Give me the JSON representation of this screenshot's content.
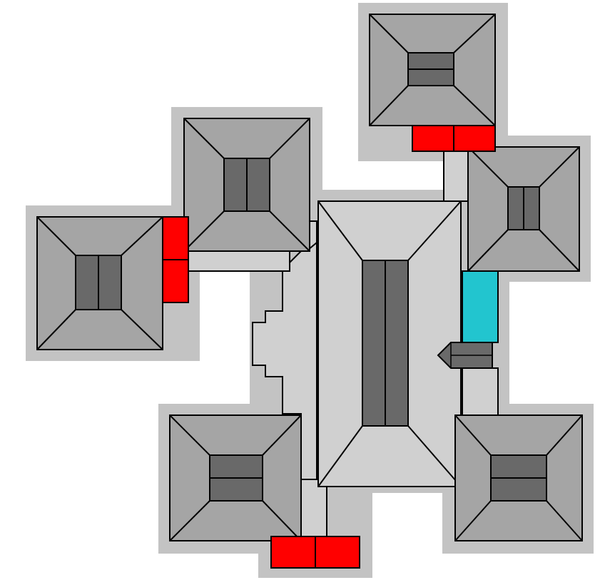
{
  "diagram": {
    "kind": "architectural-roof-plan",
    "colors": {
      "background": "#ffffff",
      "halo": "#c3c3c3",
      "floor": "#d0d0d0",
      "roof": "#a5a5a5",
      "ridge": "#696969",
      "outline": "#000000",
      "door_red": "#ff0000",
      "door_cyan": "#22c5cf",
      "shrine": "#6a6a6a"
    },
    "towers": [
      {
        "name": "tower-north",
        "ridge_orientation": "horizontal"
      },
      {
        "name": "tower-northwest",
        "ridge_orientation": "vertical"
      },
      {
        "name": "tower-west",
        "ridge_orientation": "vertical"
      },
      {
        "name": "tower-east",
        "ridge_orientation": "vertical"
      },
      {
        "name": "tower-southwest",
        "ridge_orientation": "horizontal"
      },
      {
        "name": "tower-southeast",
        "ridge_orientation": "horizontal"
      }
    ],
    "doors": [
      {
        "name": "door-north",
        "color": "red",
        "panels": 2
      },
      {
        "name": "door-west",
        "color": "red",
        "panels": 2
      },
      {
        "name": "door-south",
        "color": "red",
        "panels": 2
      },
      {
        "name": "door-east",
        "color": "cyan",
        "panels": 1
      }
    ],
    "hall": {
      "name": "central-hall",
      "ridge_orientation": "vertical"
    }
  }
}
